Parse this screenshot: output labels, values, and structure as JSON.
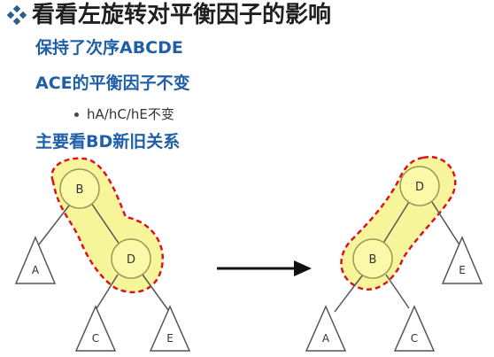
{
  "slide": {
    "title": "看看左旋转对平衡因子的影响",
    "line1": "保持了次序ABCDE",
    "line2": "ACE的平衡因子不变",
    "sub_bullet": "hA/hC/hE不变",
    "line3": "主要看BD新旧关系"
  },
  "diagram_left": {
    "nodes": [
      "B",
      "D"
    ],
    "subtrees": [
      "A",
      "C",
      "E"
    ]
  },
  "diagram_right": {
    "nodes": [
      "D",
      "B"
    ],
    "subtrees": [
      "E",
      "A",
      "C"
    ]
  },
  "colors": {
    "title": "#1f1f1f",
    "blue_text": "#1f5fa8",
    "highlight_fill": "#f7f59a",
    "highlight_border": "#d9141c",
    "node_fill": "#fbf8a8",
    "node_stroke": "#9a9a5a",
    "tree_line": "#555555",
    "arrow": "#111111"
  },
  "icons": {
    "title_bullet": "diamond-bullet-icon",
    "transform_arrow": "right-arrow-icon"
  }
}
